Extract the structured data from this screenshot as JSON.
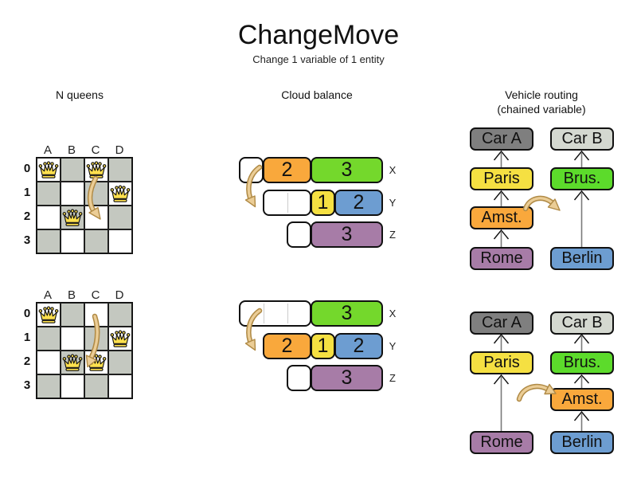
{
  "title": "ChangeMove",
  "subtitle": "Change 1 variable of 1 entity",
  "headers": {
    "nqueens": "N queens",
    "cloud": "Cloud balance",
    "vehicle_line1": "Vehicle routing",
    "vehicle_line2": "(chained variable)"
  },
  "nqueens": {
    "cols": [
      "A",
      "B",
      "C",
      "D"
    ],
    "rows": [
      "0",
      "1",
      "2",
      "3"
    ],
    "top_queens": [
      "A0",
      "C0",
      "D1",
      "B2"
    ],
    "bottom_queens": [
      "A0",
      "D1",
      "B2",
      "C2"
    ],
    "move": "queen C moves from row 0 to row 2"
  },
  "cloud": {
    "top": {
      "x": {
        "label": "X",
        "orange": "2",
        "green": "3"
      },
      "y": {
        "label": "Y",
        "yellow": "1",
        "blue": "2"
      },
      "z": {
        "label": "Z",
        "purple": "3"
      }
    },
    "bottom": {
      "x": {
        "label": "X",
        "green": "3"
      },
      "y": {
        "label": "Y",
        "orange": "2",
        "yellow": "1",
        "blue": "2"
      },
      "z": {
        "label": "Z",
        "purple": "3"
      }
    }
  },
  "vehicle": {
    "top": {
      "car_a": "Car A",
      "car_b": "Car B",
      "paris": "Paris",
      "brus": "Brus.",
      "amst": "Amst.",
      "rome": "Rome",
      "berlin": "Berlin"
    },
    "bottom": {
      "car_a": "Car A",
      "car_b": "Car B",
      "paris": "Paris",
      "brus": "Brus.",
      "amst": "Amst.",
      "rome": "Rome",
      "berlin": "Berlin"
    }
  },
  "colors": {
    "orange": "#F9A83C",
    "green": "#74D82C",
    "green_bright": "#5CDB2B",
    "yellow": "#F5E042",
    "blue": "#6D9DD1",
    "purple": "#A77CA7",
    "car_a_gray": "#7F7F7F",
    "car_b_gray": "#D4D8D0",
    "cell_gray": "#C4C8C0",
    "arrow_light": "#EBCD96",
    "arrow_dark": "#B08A45"
  }
}
